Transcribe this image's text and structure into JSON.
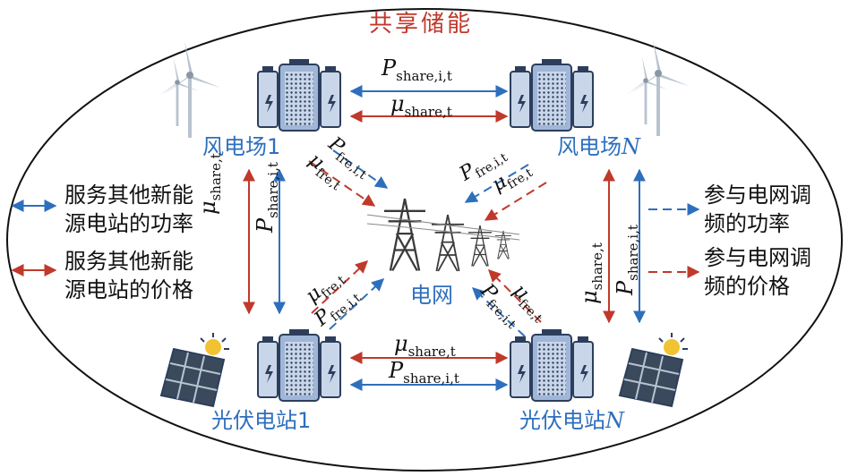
{
  "title": "共享储能",
  "labels": {
    "wind1": "风电场1",
    "windN_prefix": "风电场",
    "windN_suffix": "N",
    "pv1": "光伏电站1",
    "pvN_prefix": "光伏电站",
    "pvN_suffix": "N",
    "grid": "电网"
  },
  "legend": {
    "left_blue_line1": "服务其他新能",
    "left_blue_line2": "源电站的功率",
    "left_red_line1": "服务其他新能",
    "left_red_line2": "源电站的价格",
    "right_blue_line1": "参与电网调",
    "right_blue_line2": "频的功率",
    "right_red_line1": "参与电网调",
    "right_red_line2": "频的价格"
  },
  "symbols": {
    "P": "P",
    "mu": "μ",
    "share_i_t": "share,i,t",
    "share_t": "share,t",
    "fre_i_t": "fre,i,t",
    "fre_t": "fre,t"
  },
  "colors": {
    "red": "#c0392b",
    "blue": "#2e6fbd",
    "title_red": "#c0392b",
    "battery_body": "#c9d6ea",
    "battery_dark": "#2c3e5c"
  },
  "icons": [
    "wind-turbine-icon",
    "battery-storage-icon",
    "solar-panel-icon",
    "transmission-tower-icon"
  ]
}
